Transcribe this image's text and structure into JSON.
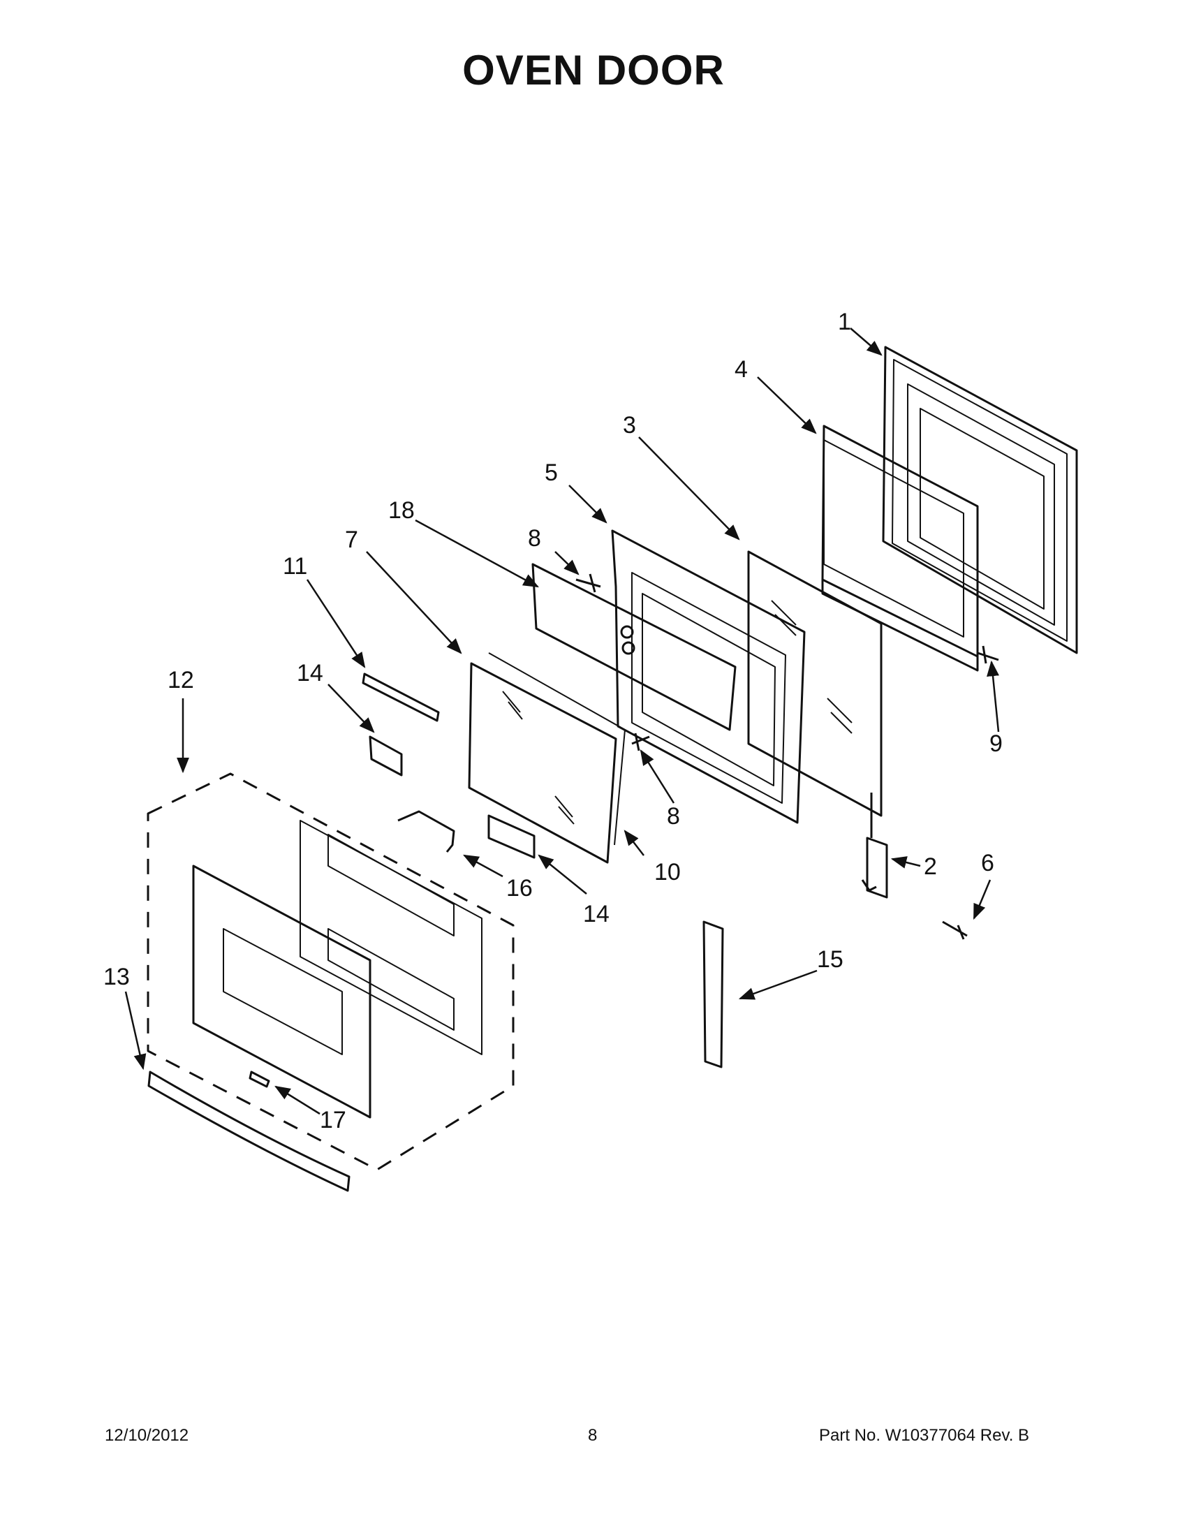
{
  "title": "OVEN DOOR",
  "callouts": {
    "c1": "1",
    "c2": "2",
    "c3": "3",
    "c4": "4",
    "c5": "5",
    "c6": "6",
    "c7": "7",
    "c8a": "8",
    "c8b": "8",
    "c9": "9",
    "c10": "10",
    "c11": "11",
    "c12": "12",
    "c13": "13",
    "c14a": "14",
    "c14b": "14",
    "c15": "15",
    "c16": "16",
    "c17": "17",
    "c18": "18"
  },
  "footer": {
    "date": "12/10/2012",
    "page": "8",
    "part": "Part No.  W10377064  Rev.  B"
  }
}
